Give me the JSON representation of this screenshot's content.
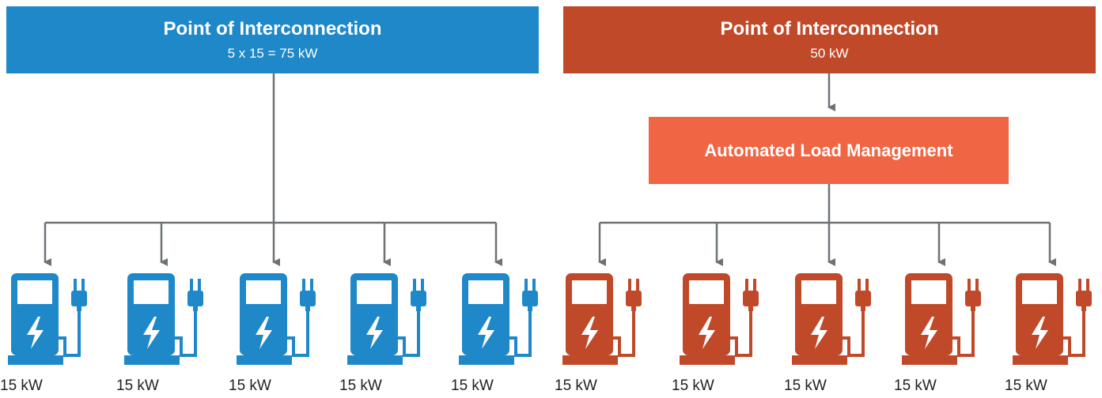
{
  "colors": {
    "blue": "#1e88c9",
    "red": "#c0492a",
    "orange": "#f06543",
    "line": "#6d7277"
  },
  "left_panel": {
    "title": "Point of Interconnection",
    "subtitle": "5 x 15 = 75 kW",
    "chargers": [
      {
        "label": "15 kW"
      },
      {
        "label": "15 kW"
      },
      {
        "label": "15 kW"
      },
      {
        "label": "15 kW"
      },
      {
        "label": "15 kW"
      }
    ]
  },
  "right_panel": {
    "title": "Point of Interconnection",
    "subtitle": "50 kW",
    "load_management": "Automated Load Management",
    "chargers": [
      {
        "label": "15 kW"
      },
      {
        "label": "15 kW"
      },
      {
        "label": "15 kW"
      },
      {
        "label": "15 kW"
      },
      {
        "label": "15 kW"
      }
    ]
  },
  "icons": {
    "charger": "ev-charger-icon"
  }
}
